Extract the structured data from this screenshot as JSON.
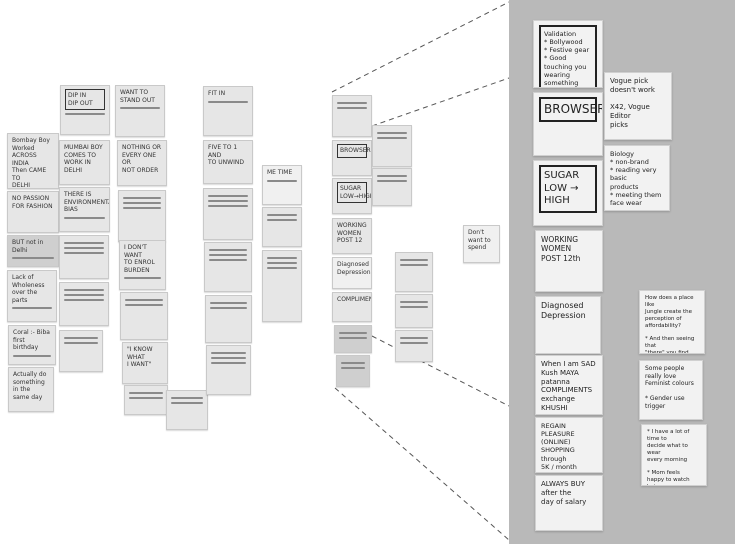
{
  "wall": {
    "left_notes": [
      {
        "text": "Bombay Boy\nWorked ACROSS\nINDIA\nThen CAME TO\nDELHI"
      },
      {
        "text": "NO PASSION\nFOR FASHION"
      },
      {
        "text": "BUT not in Delhi"
      },
      {
        "text": "Lack of\nWholeness\nover the\nparts"
      },
      {
        "text": "Coral :- Biba\nfirst birthday"
      },
      {
        "text": "Actually do\nsomething\nin the\nsame day"
      },
      {
        "text": "DIP IN\nDIP OUT"
      },
      {
        "text": "MUMBAI BOY\nCOMES TO\nWORK IN\nDELHI"
      },
      {
        "text": "THERE IS\nENVIRONMENTAL\nBIAS"
      },
      {
        "text": "WANT TO\nSTAND OUT"
      },
      {
        "text": "NOTHING OR\nEVERY ONE OR\nNOT ORDER"
      },
      {
        "text": "I DON'T WANT\nTO ENROL\nBURDEN"
      },
      {
        "text": "\"I KNOW\nWHAT\nI WANT\""
      },
      {
        "text": "FIT IN"
      },
      {
        "text": "FIVE TO 1 AND\nTO UNWIND"
      },
      {
        "text": "ME TIME"
      }
    ],
    "right_notes": [
      {
        "text": "BROWSER"
      },
      {
        "text": "SUGAR\nLOW→HIGH"
      },
      {
        "text": "WORKING WOMEN\nPOST 12"
      },
      {
        "text": "Diagnosed\nDepression"
      },
      {
        "text": "COMPLIMENTS"
      },
      {
        "text": "Don't want to\nspend"
      }
    ]
  },
  "zoom_panel": {
    "notes": [
      {
        "text": "Validation\n* Bollywood\n* Festive gear\n* Good touching you\nwearing something\nnew, is touching\ndeep"
      },
      {
        "text": "Vogue pick\ndoesn't work\n\nX42, Vogue Editor\npicks"
      },
      {
        "text": "BROWSER"
      },
      {
        "text": "SUGAR\nLOW → HIGH"
      },
      {
        "text": "Biology\n* non-brand\n* reading very basic\nproducts\n* meeting them\nface wear"
      },
      {
        "text": "WORKING WOMEN\nPOST 12th"
      },
      {
        "text": "How does a place like\nJungle create the\nperception of affordability?\n\n* And then seeing that\n\"there\" you find\nsomething which\nsomeone else says\n\"wow\""
      },
      {
        "text": "Diagnosed\nDepression"
      },
      {
        "text": "When I am SAD\nKush MAYA patanna\nCOMPLIMENTS\nexchange\nKHUSHI"
      },
      {
        "text": "Some people\nreally love\nFeminist colours\n\n* Gender use\ntrigger"
      },
      {
        "text": "REGAIN\nPLEASURE\n(ONLINE) SHOPPING\nthrough\n5K / month"
      },
      {
        "text": "* I have a lot of time to\ndecide what to wear\nevery morning\n\n* Mom feels\nhappy to watch\nhair"
      },
      {
        "text": "ALWAYS BUY\nafter the\nday of salary"
      }
    ]
  }
}
